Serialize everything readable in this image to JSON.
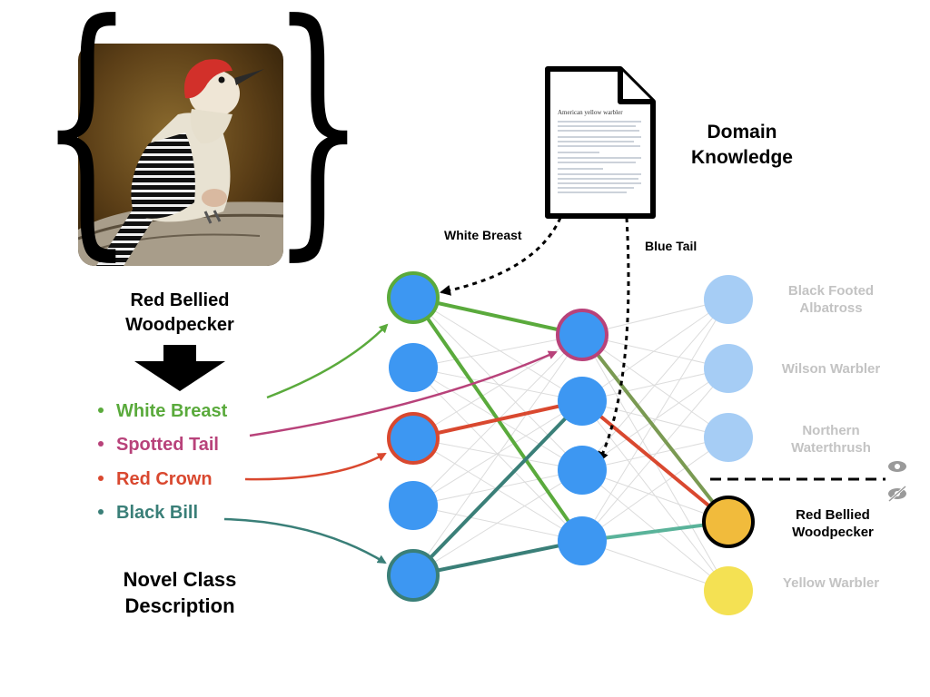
{
  "bird_name": "Red Bellied Woodpecker",
  "description_title": "Novel Class Description",
  "attributes": [
    {
      "label": "White Breast",
      "color": "#5aaa3c"
    },
    {
      "label": "Spotted Tail",
      "color": "#b8427a"
    },
    {
      "label": "Red Crown",
      "color": "#d9482f"
    },
    {
      "label": "Black Bill",
      "color": "#3a7f78"
    }
  ],
  "domain_knowledge": {
    "label": "Domain Knowledge",
    "doc_title": "American yellow warbler",
    "edge_labels": [
      "White Breast",
      "Blue Tail"
    ]
  },
  "classes": {
    "seen": [
      "Black Footed Albatross",
      "Wilson Warbler",
      "Northern Waterthrush"
    ],
    "unseen": [
      "Red Bellied Woodpecker",
      "Yellow Warbler"
    ],
    "highlighted": "Red Bellied Woodpecker"
  },
  "icons": {
    "seen": "eye-icon",
    "unseen": "eye-slash-icon"
  },
  "colors": {
    "node_blue": "#3d97f2",
    "node_light": "#a6cdf5",
    "output_selected": "#f1bb3c",
    "output_yellow": "#f4e153",
    "faded_text": "#c3c3c3"
  }
}
